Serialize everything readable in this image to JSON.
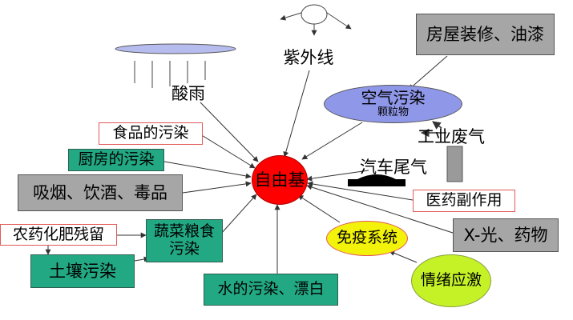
{
  "center": {
    "label": "自由基"
  },
  "nodes": {
    "ultraviolet": "紫外线",
    "acid_rain": "酸雨",
    "home_renovation": "房屋装修、油漆",
    "air_pollution": "空气污染",
    "particulate": "颗粒物",
    "industrial_gas": "工业废气",
    "car_exhaust": "汽车尾气",
    "food_pollution": "食品的污染",
    "kitchen_pollution": "厨房的污染",
    "smoke_drink_drug": "吸烟、饮酒、毒品",
    "pesticide_residue": "农药化肥残留",
    "vegetable_grain_l1": "蔬菜粮食",
    "vegetable_grain_l2": "污染",
    "soil_pollution": "土壤污染",
    "water_pollution": "水的污染、漂白",
    "immune_system": "免疫系统",
    "emotional_stress": "情绪应激",
    "medicine_side_effect": "医药副作用",
    "xray_drugs": "X-光、药物"
  },
  "colors": {
    "center": "#ff0000",
    "teal": "#22a984",
    "gray": "#a6a6a6",
    "air_ellipse": "#8f97e8",
    "acid_cloud": "#b7bcef",
    "immune_fill": "#f2f20a",
    "stress_fill": "#c4f226",
    "red_border": "#e25a5a"
  }
}
